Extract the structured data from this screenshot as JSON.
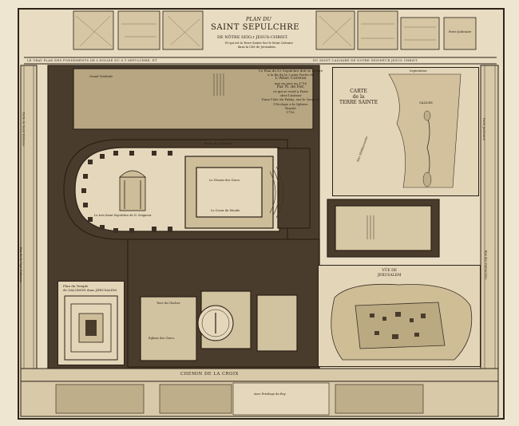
{
  "header": {
    "title_small": "PLAN DU",
    "title_main": "SAINT SEPULCHRE",
    "title_sub": "DE NÔTRE SEIG.r JESUS-CHRIST.",
    "title_note_1": "Et qui est la Terre Sainte Sur le Mont Calvaire",
    "title_note_2": "dans la Cité de Jerusalem.",
    "banner_left": "LE VRAY PLAN DES FONDEMENTS DE L'EGLISE DU S.T SEPULCHRE, ET",
    "banner_right": "DU MONT CALVAIRE DE NOTRE SEIGNEUR JESUS CHRIST.",
    "corner_right": "Porte Judiciaire"
  },
  "notice": {
    "lines": [
      "Ce Plan du S.t Sepulchre doit se mettre",
      "a la fin de la 2.eme Partie de",
      "L'Atlas Curieux",
      "mis en jour en 1716",
      "Par N. de Fer,",
      "et qui se vend a Paris",
      "chez l'Auteur",
      "Dans l'Isle du Palais, sur le Quay de",
      "l'Orologe a la Sphere",
      "Royale",
      "1716."
    ]
  },
  "holy_land": {
    "title_1": "CARTE",
    "title_2": "de la",
    "title_3": "TERRE SAINTE",
    "sea": "Mer Méditerranée",
    "region": "GALILEE",
    "top_label": "Septentrion"
  },
  "temple": {
    "title_1": "Plan du Temple",
    "title_2": "de SALOMON dans JERUSALEM"
  },
  "jerusalem": {
    "title_1": "VÜE DE",
    "title_2": "JERUSALEM"
  },
  "plan_labels": {
    "grand_vestibule": "Grand Vestibule",
    "sepulchre": "Le tres Saint Sepulchre de N. Seigneur",
    "choeur": "Le Choeur des Grecs",
    "coeur_du_monde": "Le Coeur du Monde",
    "tour_clocher": "Tour du Clocher",
    "eglise_grecs": "Eglises des Grecs",
    "chemin": "CHEMIN DE LA CROIX",
    "base_colonne": "Bases de Colonnes"
  },
  "side_labels": {
    "left_1": "Porte de Saint Estienne",
    "left_2": "Rue de la Voye Dolorose",
    "right_1": "Porte Judiciaire",
    "right_2": "Rue des Patriarches"
  },
  "footer": {
    "note": "Avec Privilege du Roy"
  },
  "colors": {
    "ink": "#2a2016",
    "paper": "#e8dcc2",
    "wall": "#3a3024"
  }
}
